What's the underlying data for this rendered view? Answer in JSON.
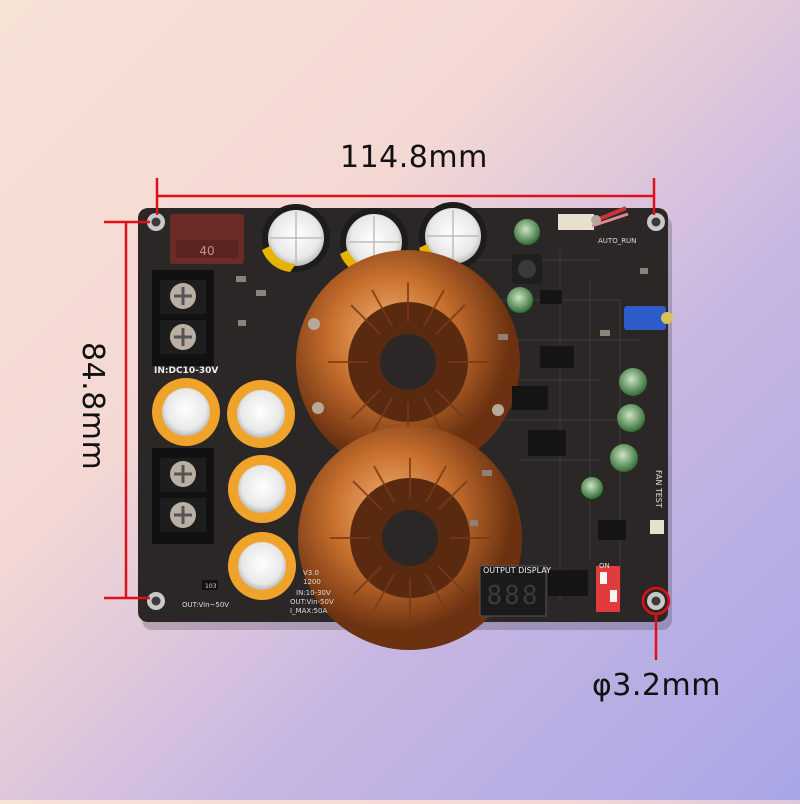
{
  "dimensions": {
    "width_label": "114.8mm",
    "height_label": "84.8mm",
    "hole_label": "φ3.2mm"
  },
  "board_text": {
    "input": "IN:DC10-30V",
    "fuse": "40",
    "output_display": "OUTPUT DISPLAY",
    "fan_test": "FAN TEST",
    "version": "V3.0",
    "model": "1200",
    "spec_in": "IN:10-30V",
    "spec_out": "OUT:Vin-50V",
    "spec_imax": "I_MAX:50A",
    "out_note": "OUT:Vin~50V",
    "resistor": "103",
    "auto_run": "AUTO_RUN",
    "switch_on": "ON"
  },
  "colors": {
    "background_start": "#f7e2d6",
    "background_end": "#a9a6e6",
    "pcb": "#2a2726",
    "dimension_line": "#e0101a",
    "copper": "#c8702e",
    "cap_orange": "#f0a32a"
  }
}
